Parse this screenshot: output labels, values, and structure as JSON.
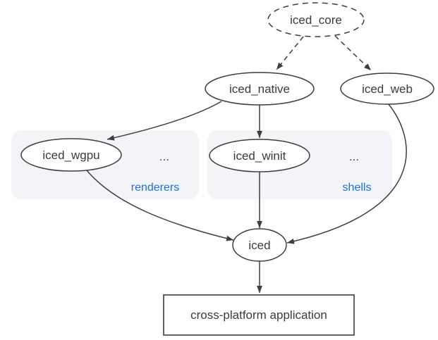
{
  "diagram": {
    "background": "#ffffff",
    "stroke_color": "#3d3d3d",
    "text_color": "#3b3b3b",
    "accent_color": "#1a73e8",
    "group_fill": "#f3f4f7",
    "nodes": {
      "core": {
        "label": "iced_core",
        "shape": "ellipse",
        "border": "dashed"
      },
      "native": {
        "label": "iced_native",
        "shape": "ellipse",
        "border": "solid"
      },
      "web": {
        "label": "iced_web",
        "shape": "ellipse",
        "border": "solid"
      },
      "wgpu": {
        "label": "iced_wgpu",
        "shape": "ellipse",
        "border": "solid"
      },
      "winit": {
        "label": "iced_winit",
        "shape": "ellipse",
        "border": "solid"
      },
      "iced": {
        "label": "iced",
        "shape": "ellipse",
        "border": "solid"
      },
      "app": {
        "label": "cross-platform application",
        "shape": "rectangle",
        "border": "solid"
      }
    },
    "groups": {
      "renderers": {
        "label": "renderers",
        "ellipsis": "...",
        "members": [
          "iced_wgpu"
        ]
      },
      "shells": {
        "label": "shells",
        "ellipsis": "...",
        "members": [
          "iced_winit"
        ]
      }
    },
    "edges": [
      {
        "from": "iced_core",
        "to": "iced_native",
        "style": "dashed"
      },
      {
        "from": "iced_core",
        "to": "iced_web",
        "style": "dashed"
      },
      {
        "from": "iced_native",
        "to": "iced_wgpu",
        "style": "solid"
      },
      {
        "from": "iced_native",
        "to": "iced_winit",
        "style": "solid"
      },
      {
        "from": "iced_wgpu",
        "to": "iced",
        "style": "solid"
      },
      {
        "from": "iced_winit",
        "to": "iced",
        "style": "solid"
      },
      {
        "from": "iced_web",
        "to": "iced",
        "style": "solid"
      },
      {
        "from": "iced",
        "to": "cross-platform application",
        "style": "solid"
      }
    ]
  }
}
